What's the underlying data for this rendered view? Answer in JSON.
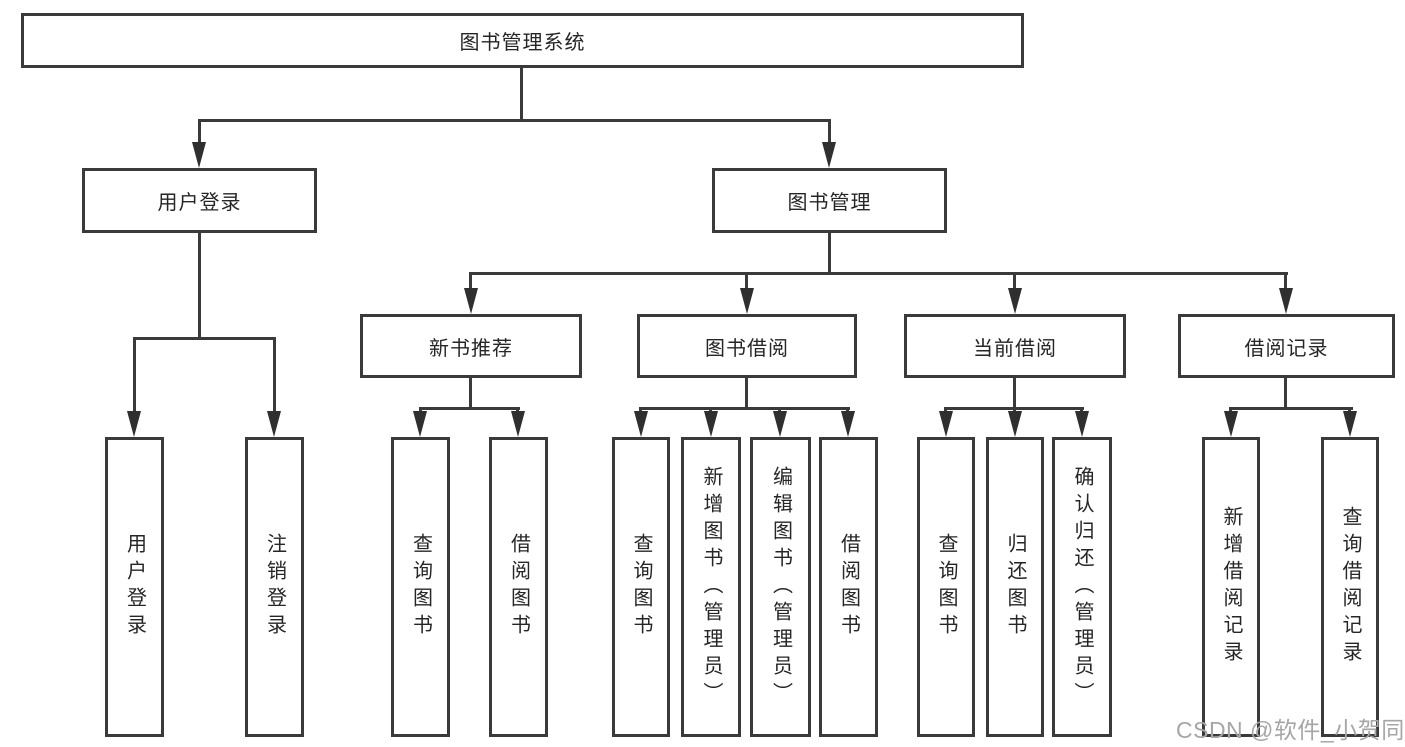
{
  "root": {
    "label": "图书管理系统"
  },
  "level2": [
    {
      "label": "用户登录"
    },
    {
      "label": "图书管理"
    }
  ],
  "level3": [
    {
      "label": "新书推荐"
    },
    {
      "label": "图书借阅"
    },
    {
      "label": "当前借阅"
    },
    {
      "label": "借阅记录"
    }
  ],
  "leaves": {
    "user_login": [
      {
        "label": "用户登录"
      },
      {
        "label": "注销登录"
      }
    ],
    "new_book": [
      {
        "label": "查询图书"
      },
      {
        "label": "借阅图书"
      }
    ],
    "book_borrow": [
      {
        "label": "查询图书"
      },
      {
        "label": "新增图书（管理员）"
      },
      {
        "label": "编辑图书（管理员）"
      },
      {
        "label": "借阅图书"
      }
    ],
    "current_borrow": [
      {
        "label": "查询图书"
      },
      {
        "label": "归还图书"
      },
      {
        "label": "确认归还（管理员）"
      }
    ],
    "borrow_records": [
      {
        "label": "新增借阅记录"
      },
      {
        "label": "查询借阅记录"
      }
    ]
  },
  "watermark": {
    "text": "CSDN @软件_小贺同学"
  },
  "colors": {
    "line": "#3a3a3a",
    "arrow": "#2f2f2f",
    "text": "#262626",
    "watermark": "#a6a6a6",
    "background": "#ffffff"
  }
}
